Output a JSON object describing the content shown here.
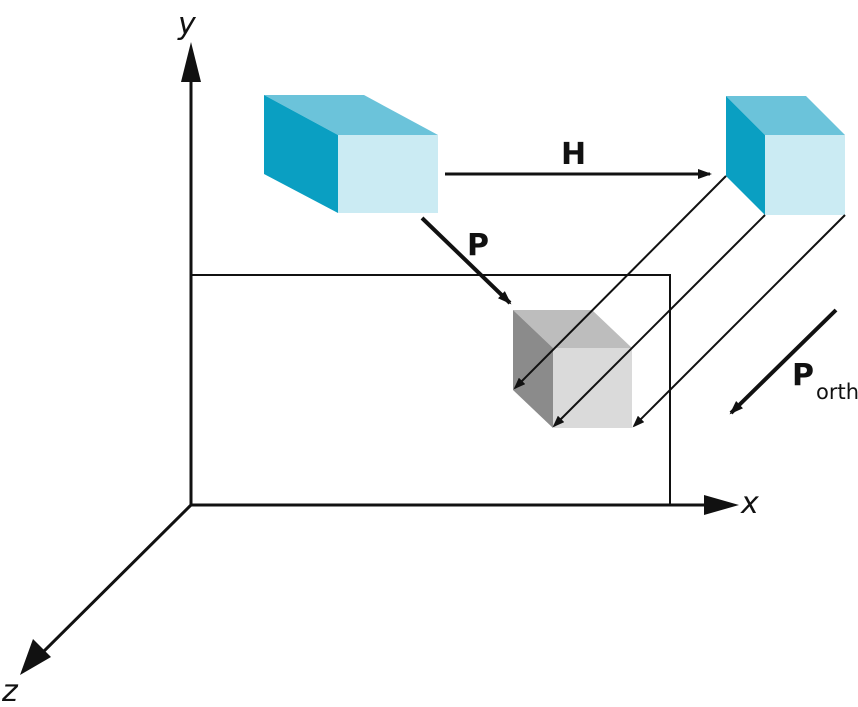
{
  "axes": {
    "x_label": "x",
    "y_label": "y",
    "z_label": "z"
  },
  "labels": {
    "h_transform": "H",
    "p_transform": "P",
    "p_orth_main": "P",
    "p_orth_sub": "orth"
  },
  "colors": {
    "ink": "#111111",
    "cube_top_blue": "#6bc3da",
    "cube_side_blue": "#0a9fc2",
    "cube_front_blue": "#cbebf3",
    "cube_top_gray": "#bdbdbd",
    "cube_side_gray": "#8b8b8b",
    "cube_front_gray": "#dadada"
  }
}
